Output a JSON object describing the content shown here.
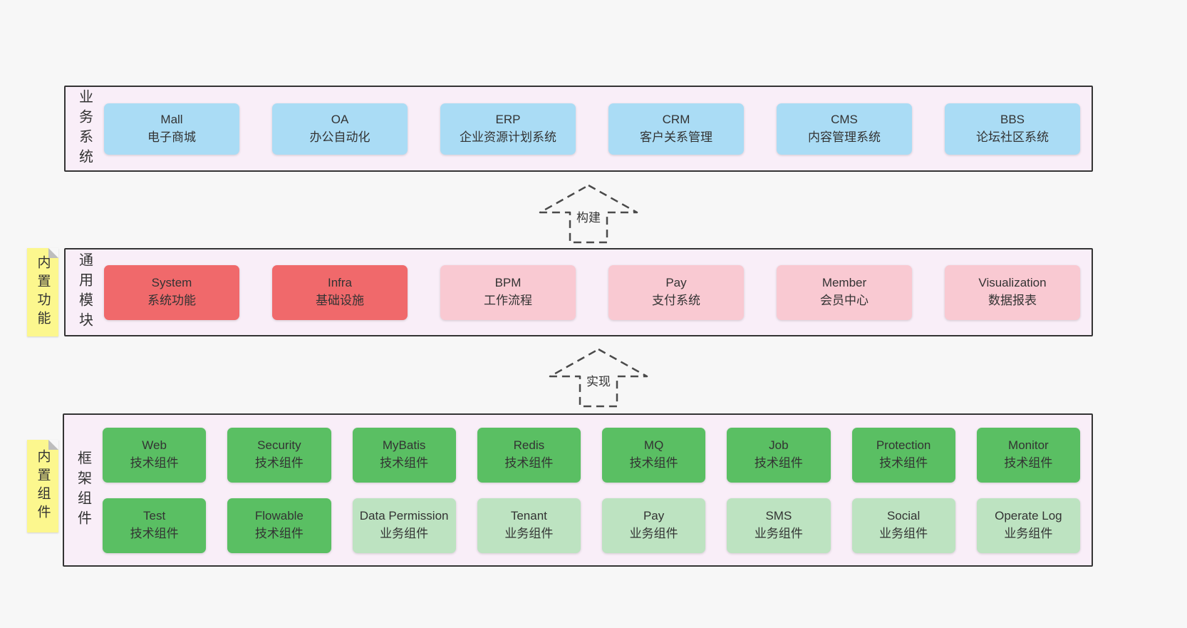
{
  "business": {
    "side_label": "业务系统",
    "boxes": [
      {
        "title": "Mall",
        "subtitle": "电子商城"
      },
      {
        "title": "OA",
        "subtitle": "办公自动化"
      },
      {
        "title": "ERP",
        "subtitle": "企业资源计划系统"
      },
      {
        "title": "CRM",
        "subtitle": "客户关系管理"
      },
      {
        "title": "CMS",
        "subtitle": "内容管理系统"
      },
      {
        "title": "BBS",
        "subtitle": "论坛社区系统"
      }
    ]
  },
  "modules": {
    "side_label": "通用模块",
    "sticky": "内置功能",
    "boxes": [
      {
        "title": "System",
        "subtitle": "系统功能"
      },
      {
        "title": "Infra",
        "subtitle": "基础设施"
      },
      {
        "title": "BPM",
        "subtitle": "工作流程"
      },
      {
        "title": "Pay",
        "subtitle": "支付系统"
      },
      {
        "title": "Member",
        "subtitle": "会员中心"
      },
      {
        "title": "Visualization",
        "subtitle": "数据报表"
      }
    ]
  },
  "framework": {
    "side_label": "框架组件",
    "sticky": "内置组件",
    "row1": [
      {
        "title": "Web",
        "subtitle": "技术组件"
      },
      {
        "title": "Security",
        "subtitle": "技术组件"
      },
      {
        "title": "MyBatis",
        "subtitle": "技术组件"
      },
      {
        "title": "Redis",
        "subtitle": "技术组件"
      },
      {
        "title": "MQ",
        "subtitle": "技术组件"
      },
      {
        "title": "Job",
        "subtitle": "技术组件"
      },
      {
        "title": "Protection",
        "subtitle": "技术组件"
      },
      {
        "title": "Monitor",
        "subtitle": "技术组件"
      }
    ],
    "row2": [
      {
        "title": "Test",
        "subtitle": "技术组件"
      },
      {
        "title": "Flowable",
        "subtitle": "技术组件"
      },
      {
        "title": "Data Permission",
        "subtitle": "业务组件"
      },
      {
        "title": "Tenant",
        "subtitle": "业务组件"
      },
      {
        "title": "Pay",
        "subtitle": "业务组件"
      },
      {
        "title": "SMS",
        "subtitle": "业务组件"
      },
      {
        "title": "Social",
        "subtitle": "业务组件"
      },
      {
        "title": "Operate Log",
        "subtitle": "业务组件"
      }
    ]
  },
  "arrows": {
    "build": "构建",
    "implement": "实现"
  },
  "colors": {
    "page_bg": "#f7f7f7",
    "container_bg": "#f9eef8",
    "container_border": "#343434",
    "blue": "#aadcf5",
    "red": "#f0696b",
    "pink": "#f9c9d2",
    "green_dark": "#5abf63",
    "green_light": "#bde3c1",
    "sticky_yellow": "#fcf78e"
  }
}
